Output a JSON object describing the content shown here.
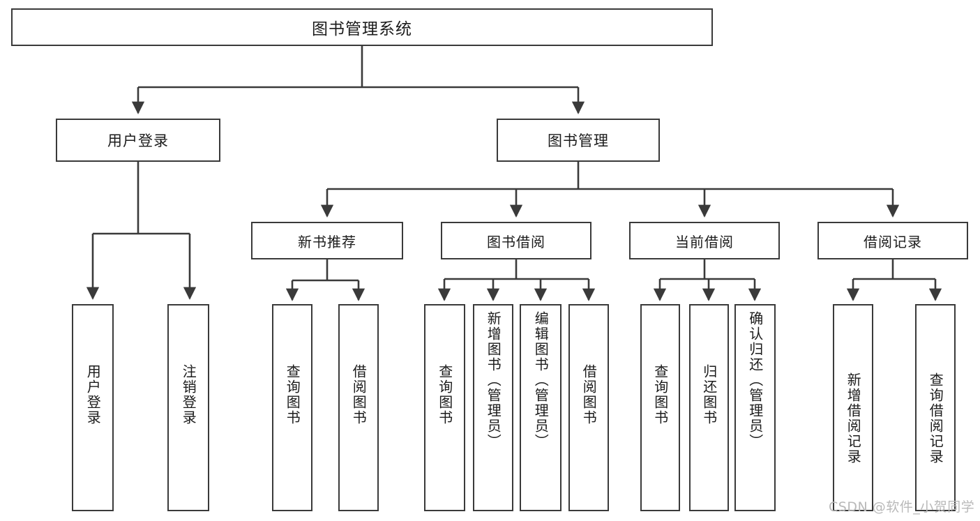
{
  "diagram": {
    "type": "hierarchy-tree",
    "title": "图书管理系统",
    "orientation": "top-down",
    "box_fill": "#ffffff",
    "box_stroke": "#3a3a3a",
    "text_color": "#1b1b1b",
    "background": "#ffffff"
  },
  "root": {
    "label": "图书管理系统"
  },
  "level2": [
    {
      "label": "用户登录"
    },
    {
      "label": "图书管理"
    }
  ],
  "level3": [
    {
      "label": "新书推荐"
    },
    {
      "label": "图书借阅"
    },
    {
      "label": "当前借阅"
    },
    {
      "label": "借阅记录"
    }
  ],
  "leaves": {
    "user_login": [
      {
        "label": "用户登录"
      },
      {
        "label": "注销登录"
      }
    ],
    "new_book_recommend": [
      {
        "label": "查询图书"
      },
      {
        "label": "借阅图书"
      }
    ],
    "book_borrow": [
      {
        "label": "查询图书"
      },
      {
        "label": "新增图书（管理员）"
      },
      {
        "label": "编辑图书（管理员）"
      },
      {
        "label": "借阅图书"
      }
    ],
    "current_borrow": [
      {
        "label": "查询图书"
      },
      {
        "label": "归还图书"
      },
      {
        "label": "确认归还（管理员）"
      }
    ],
    "borrow_record": [
      {
        "label": "新增借阅记录"
      },
      {
        "label": "查询借阅记录"
      }
    ]
  },
  "watermark": {
    "text": "CSDN @软件_小贺同学"
  }
}
